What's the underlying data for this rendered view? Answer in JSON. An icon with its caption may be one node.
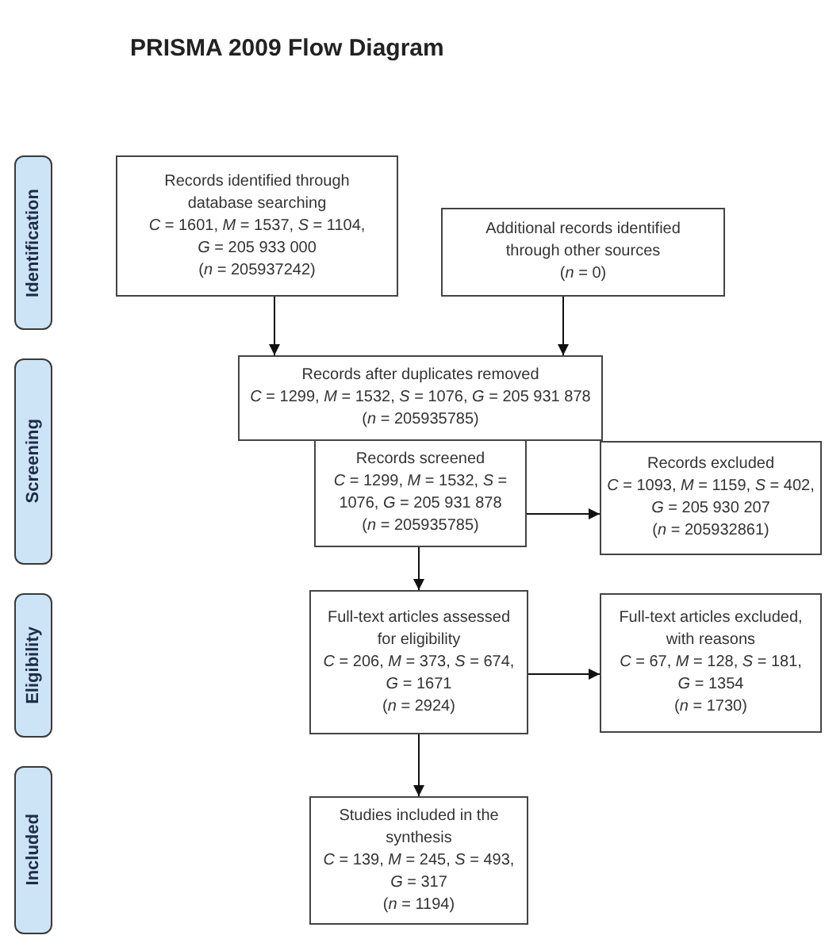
{
  "diagram": {
    "title": "PRISMA 2009 Flow Diagram",
    "nodes": [
      {
        "text": [
          "Identification"
        ]
      },
      {
        "text": [
          "Records identified through database searching",
          "*C* = 1601, *M* = 1537, *S* = 1104, *G* = 205 933 000",
          "(*n* = 205937242)"
        ]
      },
      {
        "text": [
          "Additional records identified through other sources",
          "(*n* = 0)"
        ]
      },
      {
        "text": [
          "Screening"
        ]
      },
      {
        "text": [
          "Records after duplicates removed",
          "*C* = 1299, *M* = 1532, *S* = 1076, *G* = 205 931 878",
          "(*n* = 205935785)"
        ]
      },
      {
        "text": [
          "Records screened",
          "*C* = 1299, *M* = 1532, *S* = 1076, *G* = 205 931 878",
          "(*n* = 205935785)"
        ]
      },
      {
        "text": [
          "Records excluded",
          "*C* = 1093, *M* = 1159, *S* = 402, *G* = 205 930 207",
          "(*n* = 205932861)"
        ]
      },
      {
        "text": [
          "Eligibility"
        ]
      },
      {
        "text": [
          "Full-text articles assessed for eligibility",
          "*C* = 206, *M* = 373, *S* = 674, *G* = 1671",
          "(*n* = 2924)"
        ]
      },
      {
        "text": [
          "Full-text articles excluded, with reasons",
          "*C* = 67, *M* = 128, *S* = 181, *G* = 1354",
          "(*n* = 1730)"
        ]
      },
      {
        "text": [
          "Included"
        ]
      },
      {
        "text": [
          "Studies included in the synthesis",
          "*C* = 139, *M* = 245, *S* = 493, *G* = 317",
          "(*n* = 1194)"
        ]
      }
    ],
    "edges": [
      {
        "from": 1,
        "to": 4,
        "arrow": "to"
      },
      {
        "from": 2,
        "to": 4,
        "arrow": "to"
      },
      {
        "from": 5,
        "to": 6,
        "arrow": "to"
      },
      {
        "from": 5,
        "to": 8,
        "arrow": "to"
      },
      {
        "from": 8,
        "to": 9,
        "arrow": "to"
      },
      {
        "from": 8,
        "to": 11,
        "arrow": "to"
      }
    ]
  }
}
